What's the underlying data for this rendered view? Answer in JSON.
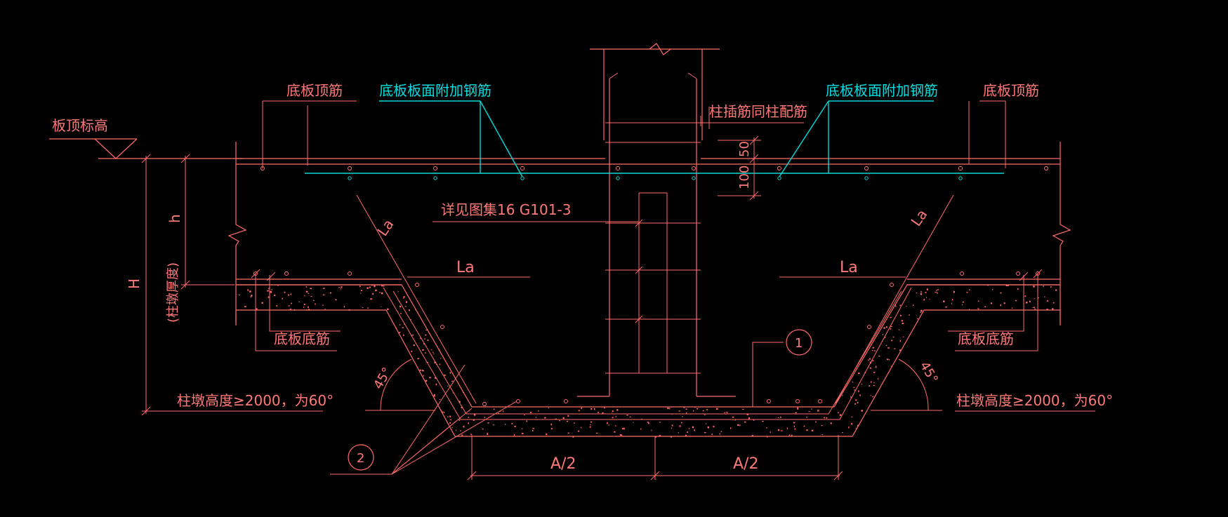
{
  "labels": {
    "slab_top_elevation": "板顶标高",
    "slab_top_rebar_left": "底板顶筋",
    "slab_top_rebar_right": "底板顶筋",
    "extra_rebar_left": "底板板面附加钢筋",
    "extra_rebar_right": "底板板面附加钢筋",
    "column_dowel": "柱插筋同柱配筋",
    "see_atlas": "详见图集16 G101-3",
    "la_diag_left": "La",
    "la_diag_right": "La",
    "la_horiz_left": "La",
    "la_horiz_right": "La",
    "h": "h",
    "H": "H",
    "pier_thickness": "(柱墩厚度)",
    "slab_bottom_rebar_left": "底板底筋",
    "slab_bottom_rebar_right": "底板底筋",
    "pier_height_note_left": "柱墩高度≥2000，为60°",
    "pier_height_note_right": "柱墩高度≥2000，为60°",
    "angle_left": "45°",
    "angle_right": "45°",
    "dim_100": "100",
    "dim_50": "50",
    "half_a_left": "A/2",
    "half_a_right": "A/2",
    "callout_1": "1",
    "callout_2": "2"
  },
  "colors": {
    "background": "#000000",
    "linework": "#ff6b6b",
    "annotation": "#00d8d8"
  }
}
